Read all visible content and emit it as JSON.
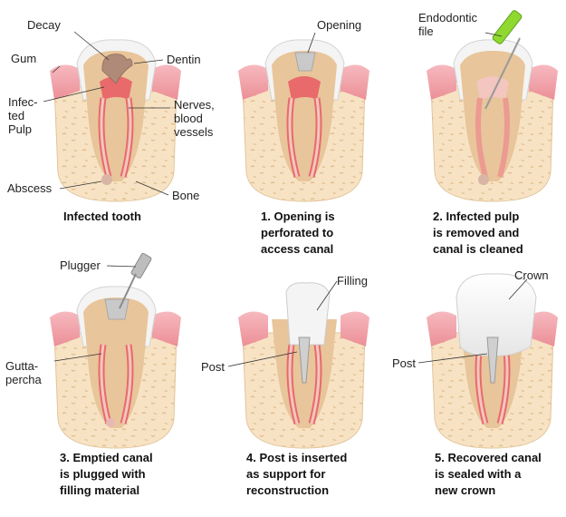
{
  "panels": [
    {
      "caption": [
        "Infected tooth"
      ],
      "labels": {
        "decay": "Decay",
        "gum": "Gum",
        "dentin": "Dentin",
        "infected_pulp": [
          "Infec-",
          "ted",
          "Pulp"
        ],
        "nerves": [
          "Nerves,",
          "blood",
          "vessels"
        ],
        "abscess": "Abscess",
        "bone": "Bone"
      }
    },
    {
      "caption": [
        "1. Opening is",
        "perforated to",
        "access canal"
      ],
      "labels": {
        "opening": "Opening"
      }
    },
    {
      "caption": [
        "2. Infected pulp",
        "is removed and",
        "canal is cleaned"
      ],
      "labels": {
        "tool": [
          "Endodontic",
          "file"
        ]
      }
    },
    {
      "caption": [
        "3. Emptied canal",
        "is plugged with",
        "filling material"
      ],
      "labels": {
        "plugger": "Plugger",
        "gutta": [
          "Gutta-",
          "percha"
        ]
      }
    },
    {
      "caption": [
        "4. Post is inserted",
        "as support for",
        "reconstruction"
      ],
      "labels": {
        "filling": "Filling",
        "post": "Post"
      }
    },
    {
      "caption": [
        "5. Recovered canal",
        "is sealed with a",
        "new crown"
      ],
      "labels": {
        "crown": "Crown",
        "post": "Post"
      }
    }
  ],
  "colors": {
    "bone": "#f7e3c4",
    "bone_spots": "#e6c497",
    "gum": "#f2a7ad",
    "enamel": "#f4f4f4",
    "dentin": "#e8c59a",
    "pulp": "#e86a6a",
    "pulp_light": "#f3c6c0",
    "decay": "#b08a78",
    "filling": "#c9c9c9",
    "file_green": "#8ed830"
  }
}
